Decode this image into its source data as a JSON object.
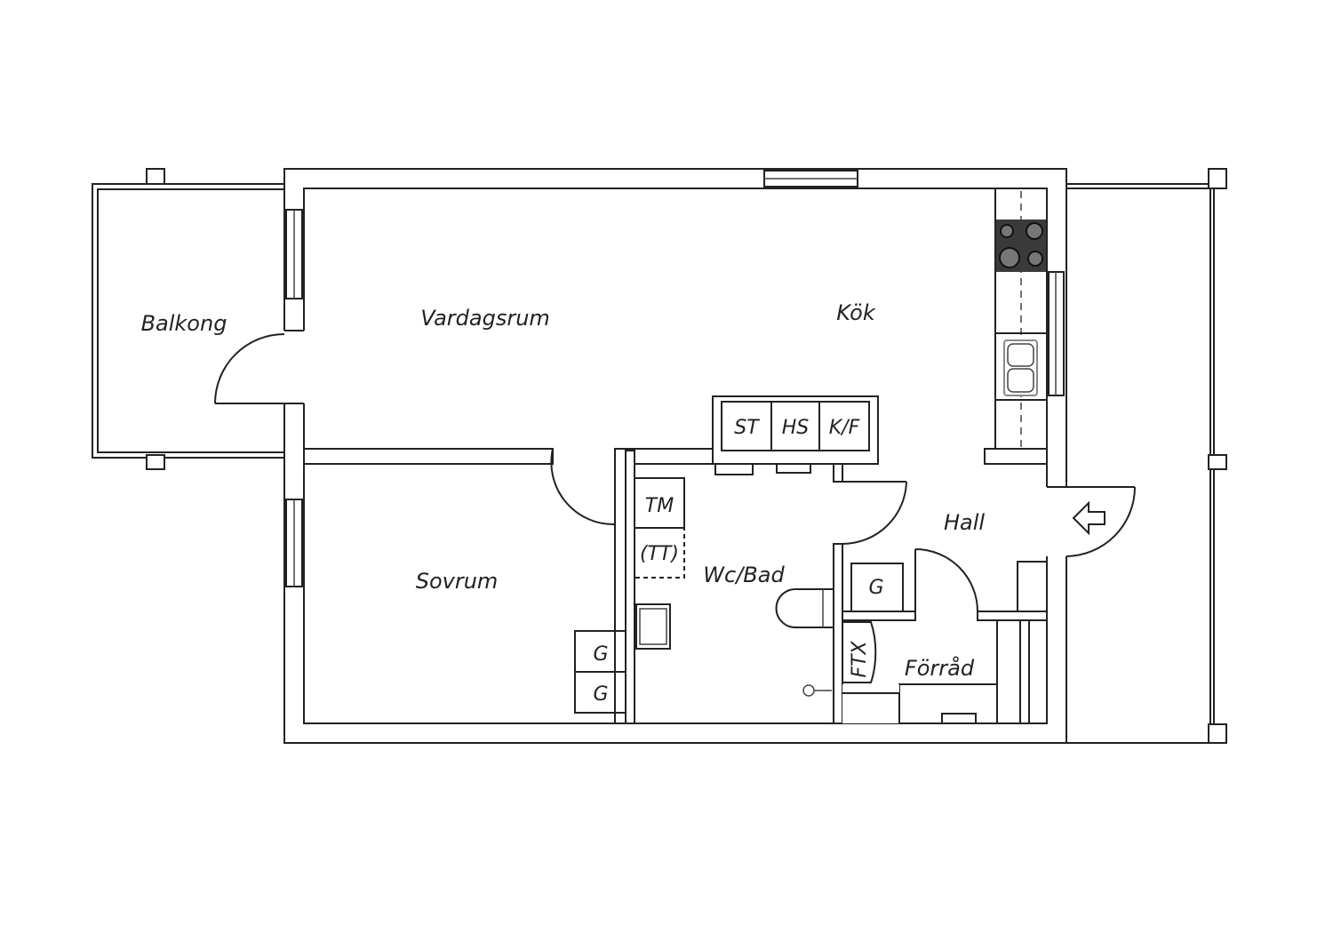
{
  "rooms": {
    "balcony": "Balkong",
    "living_room": "Vardagsrum",
    "kitchen": "Kök",
    "bedroom": "Sovrum",
    "bathroom": "Wc/Bad",
    "hall": "Hall",
    "storage": "Förråd"
  },
  "fixtures": {
    "closet_st": "ST",
    "closet_hs": "HS",
    "closet_kf": "K/F",
    "washer": "TM",
    "dryer": "(TT)",
    "wardrobe_bedroom_1": "G",
    "wardrobe_bedroom_2": "G",
    "wardrobe_hall": "G",
    "ventilation": "FTX"
  },
  "colors": {
    "wall": "#222222",
    "stove": "#3a3a3a",
    "background": "#ffffff"
  }
}
